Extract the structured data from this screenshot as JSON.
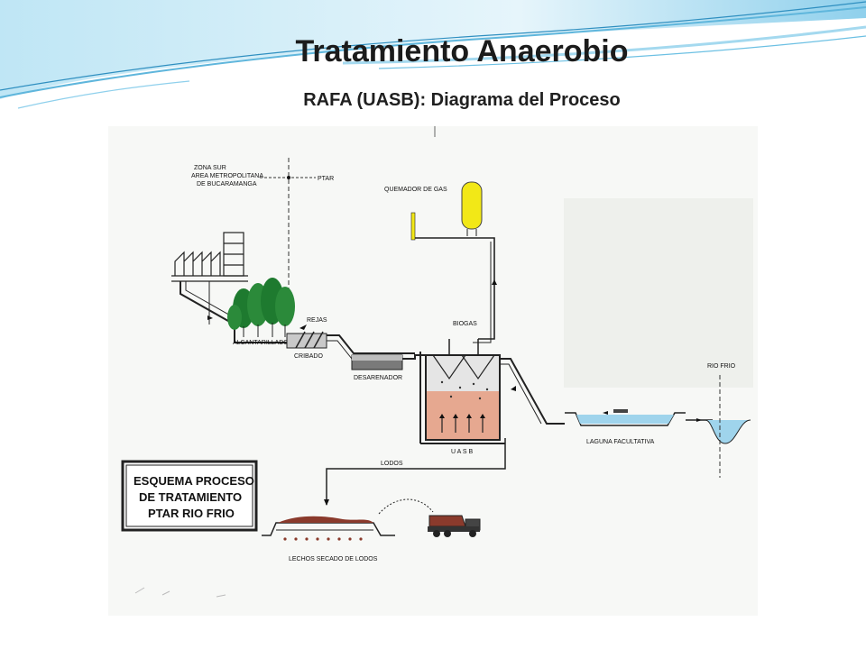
{
  "slide": {
    "title": "Tratamiento Anaerobio",
    "subtitle": "RAFA (UASB): Diagrama del Proceso"
  },
  "diagram": {
    "labels": {
      "zona_sur_line1": "ZONA SUR",
      "zona_sur_line2": "AREA METROPOLITANA",
      "zona_sur_line3": "DE BUCARAMANGA",
      "ptar": "PTAR",
      "quemador": "QUEMADOR DE GAS",
      "rejas": "REJAS",
      "alcantarillado": "ALCANTARILLADO",
      "cribado": "CRIBADO",
      "desarenador": "DESARENADOR",
      "biogas": "BIOGAS",
      "uasb": "U A S B",
      "laguna": "LAGUNA  FACULTATIVA",
      "rio_frio": "RIO FRIO",
      "lodos": "LODOS",
      "lechos": "LECHOS  SECADO  DE  LODOS"
    },
    "legend_box": {
      "line1": "ESQUEMA PROCESO",
      "line2": "DE TRATAMIENTO",
      "line3": "PTAR RIO FRIO"
    },
    "colors": {
      "gas_tank": "#f2e817",
      "sludge_layer": "#e6a890",
      "tree": "#1e7a2f",
      "water": "#9fd4ec",
      "truck": "#8a3a2c"
    }
  }
}
